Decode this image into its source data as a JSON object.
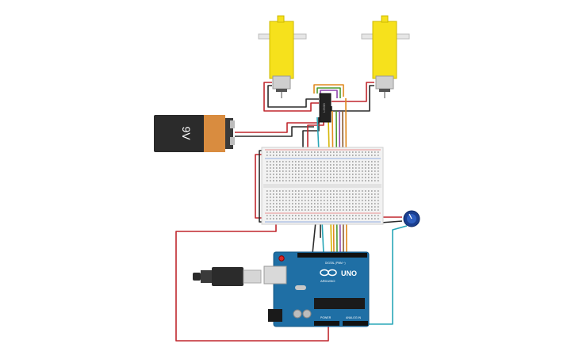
{
  "battery": {
    "label": "9V",
    "body_color": "#2b2b2b",
    "cap_color": "#d98c3f"
  },
  "motor_driver": {
    "label": "L293D"
  },
  "arduino": {
    "logo_text": "UNO",
    "brand_text": "ARDUINO",
    "power_header": "POWER",
    "analog_header": "ANALOG IN",
    "digital_header": "DIGITAL (PWM ~)",
    "board_color": "#1f6fa5"
  },
  "components": {
    "motor_left": "dc-gear-motor",
    "motor_right": "dc-gear-motor",
    "breadboard": "half-size-breadboard",
    "potentiometer": "rotary-potentiometer",
    "usb_cable": "usb-b-cable"
  },
  "wire_colors": {
    "red": "#c0272d",
    "black": "#2b2b2b",
    "orange": "#e08a1e",
    "purple": "#8e44ad",
    "green": "#4a9a2e",
    "teal": "#2aa7b8",
    "brown": "#8b5a2b",
    "yellow": "#d4b400"
  }
}
